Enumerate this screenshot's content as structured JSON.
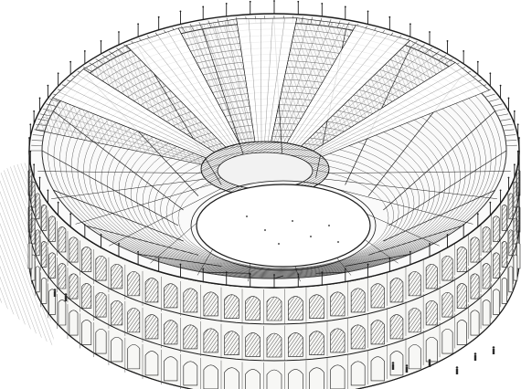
{
  "colors": {
    "background": "#ffffff",
    "ink": "#1a1a1a",
    "ink_light": "#555555",
    "paper": "#f7f7f5",
    "shadow": "#2a2a2a"
  },
  "counts": {
    "outer_tiers": 3,
    "seat_rows": 24,
    "radial_aisles": 20,
    "masts": 64,
    "velarium_panels": 10
  }
}
